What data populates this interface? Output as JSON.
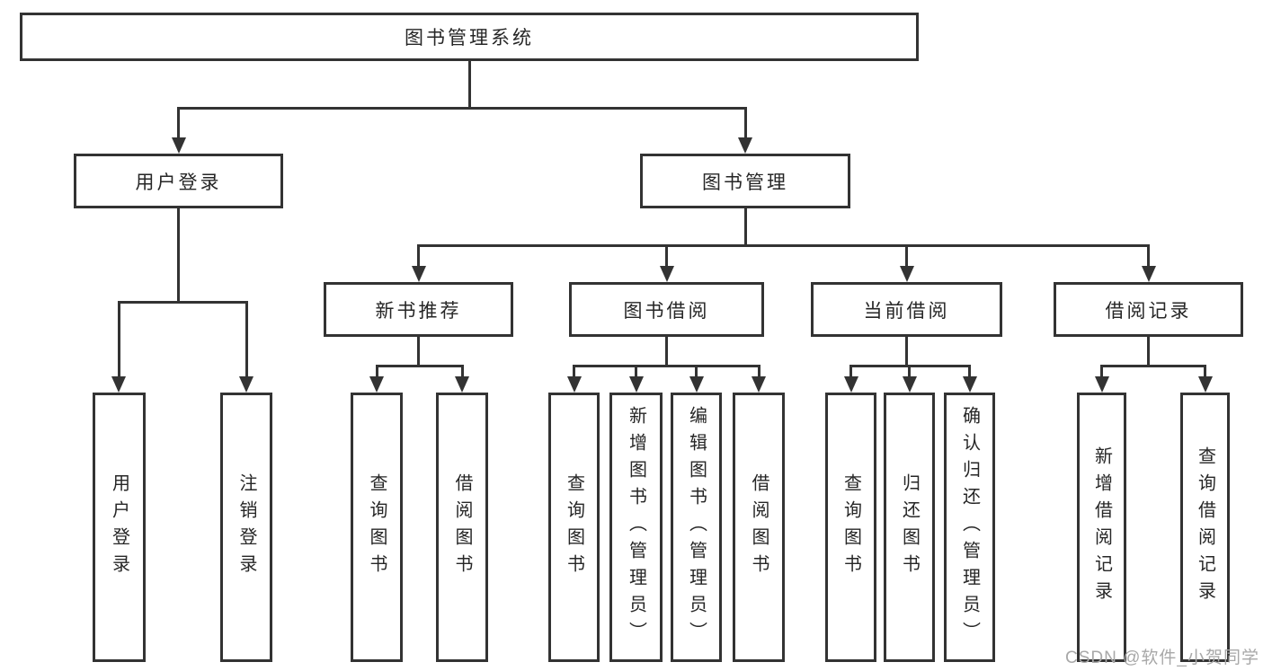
{
  "tree": {
    "root": {
      "label": "图书管理系统"
    },
    "branches": [
      {
        "label": "用户登录",
        "children": [
          {
            "label": "用户登录"
          },
          {
            "label": "注销登录"
          }
        ]
      },
      {
        "label": "图书管理",
        "children": [
          {
            "label": "新书推荐",
            "children": [
              {
                "label": "查询图书"
              },
              {
                "label": "借阅图书"
              }
            ]
          },
          {
            "label": "图书借阅",
            "children": [
              {
                "label": "查询图书"
              },
              {
                "label": "新增图书（管理员）"
              },
              {
                "label": "编辑图书（管理员）"
              },
              {
                "label": "借阅图书"
              }
            ]
          },
          {
            "label": "当前借阅",
            "children": [
              {
                "label": "查询图书"
              },
              {
                "label": "归还图书"
              },
              {
                "label": "确认归还（管理员）"
              }
            ]
          },
          {
            "label": "借阅记录",
            "children": [
              {
                "label": "新增借阅记录"
              },
              {
                "label": "查询借阅记录"
              }
            ]
          }
        ]
      }
    ]
  },
  "watermark": {
    "text": "CSDN @软件_小贺同学",
    "color": "#a8a8a8"
  },
  "colors": {
    "line": "#333333",
    "text": "#262626",
    "background": "#ffffff"
  }
}
